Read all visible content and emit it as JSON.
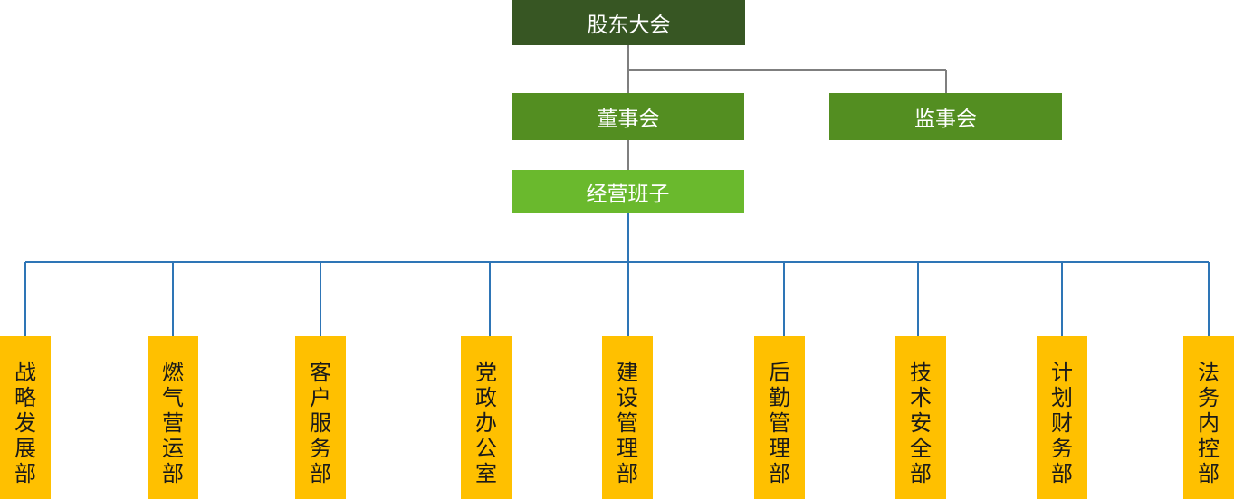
{
  "colors": {
    "shareholders": "#375623",
    "board": "#538e21",
    "management": "#6ab92d",
    "department": "#ffc000",
    "connector_top": "#7f7f7f",
    "connector_bottom": "#2e75b6"
  },
  "shareholders": {
    "label": "股东大会"
  },
  "board": {
    "label": "董事会"
  },
  "supervisors": {
    "label": "监事会"
  },
  "management": {
    "label": "经营班子"
  },
  "departments": [
    {
      "label": "战略发展部"
    },
    {
      "label": "燃气营运部"
    },
    {
      "label": "客户服务部"
    },
    {
      "label": "党政办公室"
    },
    {
      "label": "建设管理部"
    },
    {
      "label": "后勤管理部"
    },
    {
      "label": "技术安全部"
    },
    {
      "label": "计划财务部"
    },
    {
      "label": "法务内控部"
    }
  ]
}
